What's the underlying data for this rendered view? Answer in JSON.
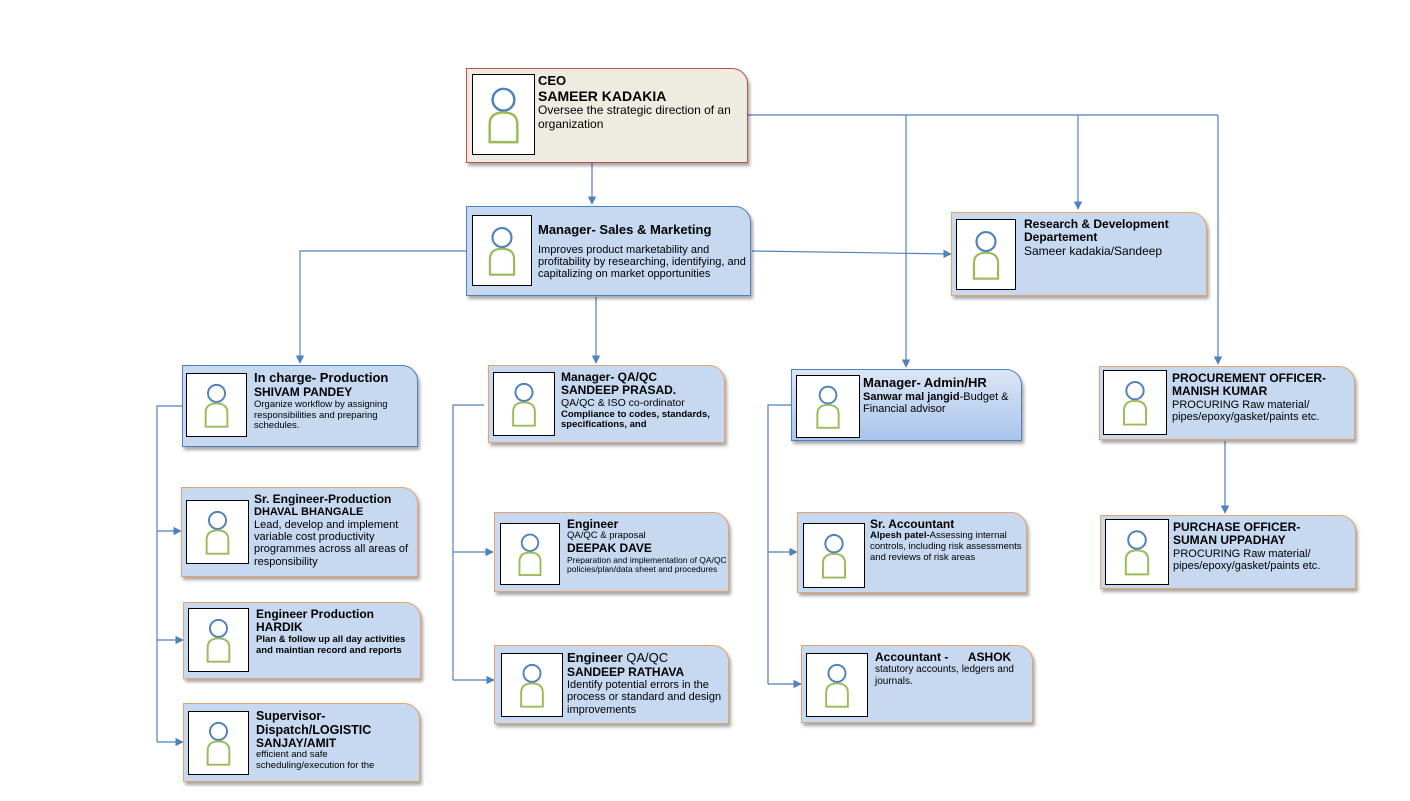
{
  "cards": {
    "ceo": {
      "title": "CEO",
      "name": "SAMEER KADAKIA",
      "desc": "Oversee the strategic direction of an organization"
    },
    "sales": {
      "title": "Manager- Sales & Marketing",
      "desc": "Improves product marketability and profitability by researching, identifying, and capitalizing on market opportunities"
    },
    "rnd": {
      "title": "Research & Development Departement",
      "desc": "Sameer kadakia/Sandeep"
    },
    "prod": {
      "title": "In charge- Production",
      "name": "SHIVAM PANDEY",
      "desc": "Organize workflow by assigning responsibilities and preparing schedules."
    },
    "qa": {
      "title": "Manager- QA/QC",
      "name": "SANDEEP PRASAD.",
      "desc": "QA/QC & ISO co-ordinator",
      "desc2": "Compliance to codes, standards, specifications, and"
    },
    "admin": {
      "title": "Manager- Admin/HR",
      "name": "Sanwar mal jangid",
      "desc": "-Budget & Financial advisor"
    },
    "proc": {
      "title": "PROCUREMENT OFFICER- MANISH KUMAR",
      "desc": "PROCURING Raw material/ pipes/epoxy/gasket/paints etc."
    },
    "sreng": {
      "title": "Sr. Engineer-Production",
      "name": "DHAVAL BHANGALE",
      "desc": "Lead, develop and implement variable cost productivity programmes across all areas of responsibility"
    },
    "eng1": {
      "title": "Engineer",
      "sub": "QA/QC & praposal",
      "name": "DEEPAK DAVE",
      "desc": "Preparation and implementation of QA/QC policies/plan/data sheet and procedures"
    },
    "sracc": {
      "title": "Sr. Accountant",
      "name": "Alpesh patel-",
      "desc": "Assessing internal controls, including risk assessments and reviews of risk areas"
    },
    "purch": {
      "title": "PURCHASE OFFICER- SUMAN UPPADHAY",
      "desc": "PROCURING Raw material/ pipes/epoxy/gasket/paints etc."
    },
    "engprod": {
      "title": "Engineer Production",
      "name": "HARDIK",
      "desc": "Plan & follow up all day activities and maintian record and reports"
    },
    "eng2": {
      "title": "Engineer",
      "sub": " QA/QC",
      "name": "SANDEEP RATHAVA",
      "desc": "Identify potential errors in the process or standard and design improvements"
    },
    "acc": {
      "title": "Accountant -      ASHOK",
      "desc": "statutory accounts, ledgers and journals."
    },
    "sup": {
      "title": "Supervisor- Dispatch/LOGISTIC",
      "name": "SANJAY/AMIT",
      "desc": "efficient and safe scheduling/execution for the"
    }
  },
  "colors": {
    "card_fill": "#c6d9f1",
    "ceo_fill": "#eeece1",
    "connector": "#4f81bd",
    "head_stroke": "#4f81bd",
    "body_stroke": "#9bbb59"
  },
  "icons": {
    "photo": "person-placeholder-icon"
  }
}
